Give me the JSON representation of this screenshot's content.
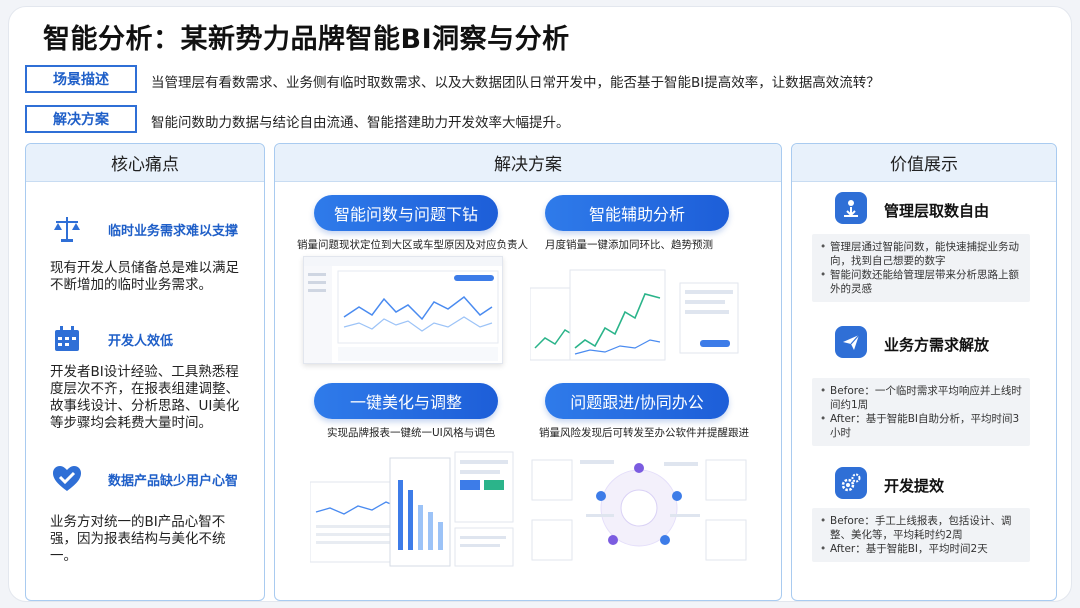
{
  "title": "智能分析：某新势力品牌智能BI洞察与分析",
  "scenario": {
    "label": "场景描述",
    "text": "当管理层有看数需求、业务侧有临时取数需求、以及大数据团队日常开发中，能否基于智能BI提高效率，让数据高效流转？"
  },
  "solution_row": {
    "label": "解决方案",
    "text": "智能问数助力数据与结论自由流通、智能搭建助力开发效率大幅提升。"
  },
  "pain_panel": {
    "title": "核心痛点",
    "items": [
      {
        "icon": "scale-icon",
        "title": "临时业务需求难以支撑",
        "text": "现有开发人员储备总是难以满足不断增加的临时业务需求。"
      },
      {
        "icon": "calendar-icon",
        "title": "开发人效低",
        "text": "开发者BI设计经验、工具熟悉程度层次不齐，在报表组建调整、故事线设计、分析思路、UI美化等步骤均会耗费大量时间。"
      },
      {
        "icon": "heart-icon",
        "title": "数据产品缺少用户心智",
        "text": "业务方对统一的BI产品心智不强，因为报表结构与美化不统一。"
      }
    ]
  },
  "solution_panel": {
    "title": "解决方案",
    "items": [
      {
        "label": "智能问数与问题下钻",
        "caption": "销量问题现状定位到大区或车型原因及对应负责人"
      },
      {
        "label": "智能辅助分析",
        "caption": "月度销量一键添加同环比、趋势预测"
      },
      {
        "label": "一键美化与调整",
        "caption": "实现品牌报表一键统一UI风格与调色"
      },
      {
        "label": "问题跟进/协同办公",
        "caption": "销量风险发现后可转发至办公软件并提醒跟进"
      }
    ]
  },
  "value_panel": {
    "title": "价值展示",
    "items": [
      {
        "icon": "person-up-icon",
        "title": "管理层取数自由",
        "bullets": [
          "管理层通过智能问数，能快速捕捉业务动向，找到自己想要的数字",
          "智能问数还能给管理层带来分析思路上额外的灵感"
        ]
      },
      {
        "icon": "send-icon",
        "title": "业务方需求解放",
        "bullets": [
          "Before：一个临时需求平均响应并上线时间约1周",
          "After：基于智能BI自助分析，平均时间3小时"
        ]
      },
      {
        "icon": "gears-icon",
        "title": "开发提效",
        "bullets": [
          "Before：手工上线报表，包括设计、调整、美化等，平均耗时约2周",
          "After：基于智能BI，平均时间2天"
        ]
      }
    ]
  },
  "colors": {
    "accent": "#1f5fc8",
    "panel_head": "#e8f1fb",
    "panel_border": "#a9cbf0"
  }
}
